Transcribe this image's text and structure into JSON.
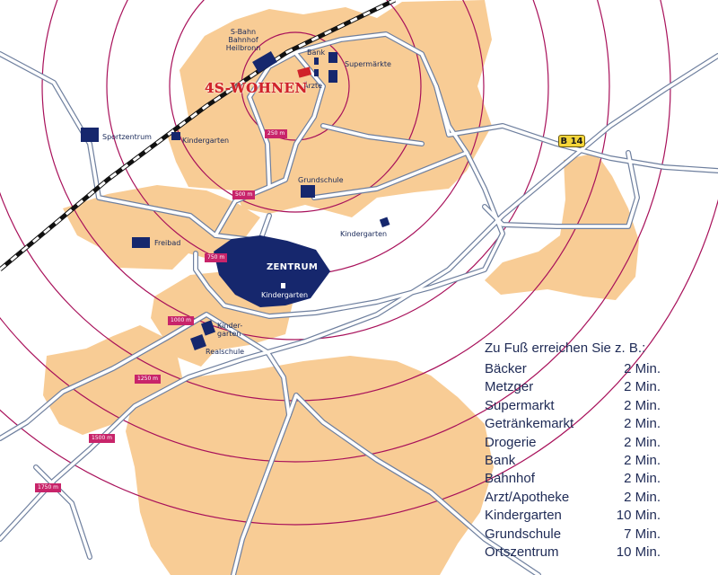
{
  "brand": {
    "name": "4S-WOHNEN",
    "color": "#d0232a"
  },
  "colors": {
    "settlement": "#f8cc95",
    "road": "#b8c4da",
    "poi": "#16276d",
    "circle": "#a8105a",
    "label": "#1a2a5a"
  },
  "pois": {
    "sbahn": "S-Bahn\nBahnhof\nHeilbronn",
    "bank": "Bank",
    "supermaerkte": "Supermärkte",
    "aerzte": "Ärzte",
    "sportzentrum": "Sportzentrum",
    "kindergarten_nw": "Kindergarten",
    "grundschule": "Grundschule",
    "kindergarten_e": "Kindergarten",
    "freibad": "Freibad",
    "zentrum": "ZENTRUM",
    "kindergarten_zentrum": "Kindergarten",
    "kindergarten_sw": "Kinder-\ngarten",
    "realschule": "Realschule"
  },
  "highway": {
    "label": "B 14"
  },
  "radius_labels": [
    "250 m",
    "500 m",
    "750 m",
    "1000 m",
    "1250 m",
    "1500 m",
    "1750 m"
  ],
  "walking_times": {
    "title": "Zu Fuß erreichen Sie z. B.:",
    "items": [
      {
        "place": "Bäcker",
        "time": "2 Min."
      },
      {
        "place": "Metzger",
        "time": "2 Min."
      },
      {
        "place": "Supermarkt",
        "time": "2 Min."
      },
      {
        "place": "Getränkemarkt",
        "time": "2 Min."
      },
      {
        "place": "Drogerie",
        "time": "2 Min."
      },
      {
        "place": "Bank",
        "time": "2 Min."
      },
      {
        "place": "Bahnhof",
        "time": "2 Min."
      },
      {
        "place": "Arzt/Apotheke",
        "time": "2 Min."
      },
      {
        "place": "Kindergarten",
        "time": "10 Min."
      },
      {
        "place": "Grundschule",
        "time": "7 Min."
      },
      {
        "place": "Ortszentrum",
        "time": "10 Min."
      }
    ]
  }
}
